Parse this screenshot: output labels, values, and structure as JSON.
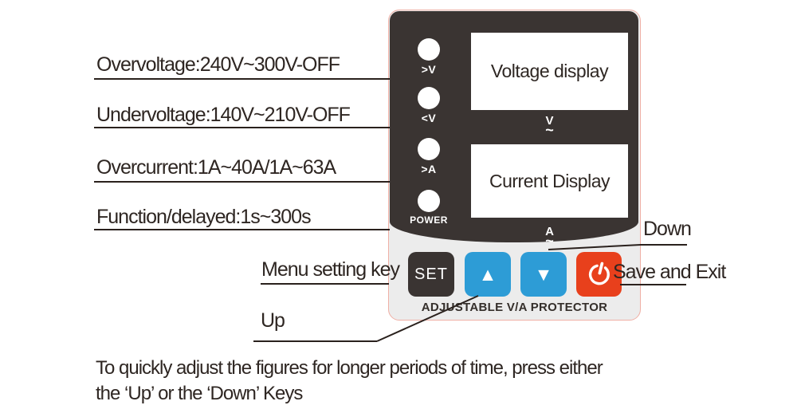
{
  "device": {
    "leds": [
      {
        "label": ">V"
      },
      {
        "label": "<V"
      },
      {
        "label": ">A"
      },
      {
        "label": "POWER"
      }
    ],
    "displays": [
      {
        "label": "Voltage display",
        "symbol": "V",
        "tilde": "~"
      },
      {
        "label": "Current Display",
        "symbol": "A",
        "tilde": "~"
      }
    ],
    "buttons": {
      "set": "SET",
      "up_icon": "▲",
      "down_icon": "▼"
    },
    "footer": "ADJUSTABLE V/A PROTECTOR",
    "colors": {
      "panel_dark": "#3a3432",
      "panel_light": "#ececec",
      "border_pink": "#efafa5",
      "button_blue": "#2d9cd6",
      "button_red": "#e8401c",
      "led_white": "#ffffff"
    }
  },
  "annotations": {
    "left": [
      "Overvoltage:240V~300V-OFF",
      "Undervoltage:140V~210V-OFF",
      "Overcurrent:1A~40A/1A~63A",
      "Function/delayed:1s~300s"
    ],
    "menu_key": "Menu setting key",
    "up": "Up",
    "down": "Down",
    "save_exit": "Save and Exit"
  },
  "footnote": {
    "line1": "To quickly adjust the figures for longer periods of time, press either",
    "line2": "the ‘Up’ or the ‘Down’ Keys"
  }
}
